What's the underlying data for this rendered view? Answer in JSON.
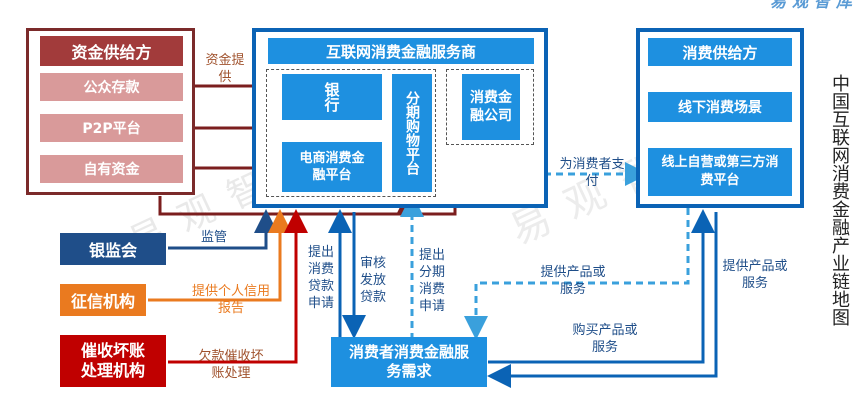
{
  "header_fragment": "易观智库",
  "watermark": "易观智库",
  "side_title": "中国互联网消费金融产业链地图",
  "funding": {
    "title": "资金供给方",
    "items": [
      "公众存款",
      "P2P平台",
      "自有资金"
    ]
  },
  "service": {
    "title": "互联网消费金融服务商",
    "bank": "银行",
    "installment": "分期购物平台",
    "finance_company": "消费金融公司",
    "ecommerce": "电商消费金融平台"
  },
  "supply": {
    "title": "消费供给方",
    "offline": "线下消费场景",
    "online": "线上自营或第三方消费平台"
  },
  "regulators": {
    "cbrc": "银监会",
    "credit": "征信机构",
    "collection": "催收坏账处理机构"
  },
  "demand": "消费者消费金融服务需求",
  "annotations": {
    "funds_provided": "资金提供",
    "supervision": "监管",
    "credit_report": "提供个人信用报告",
    "bad_debt": "欠款催收坏账处理",
    "pay_for_consumer": "为消费者支付",
    "loan_application": "提出消费贷款申请",
    "review_loan": "审核发放贷款",
    "installment_application": "提出分期消费申请",
    "provide_products_left": "提供产品或服务",
    "provide_products_right": "提供产品或服务",
    "buy_products": "购买产品或服务"
  },
  "colors": {
    "blue_frame": "#0b63b5",
    "blue_box": "#1e90e0",
    "funding_frame": "#7b2a2a",
    "funding_title": "#a23b3b",
    "funding_item": "#d99a9a",
    "cbrc": "#1f4e89",
    "credit": "#ea7a1f",
    "collection": "#c00000",
    "text_brown": "#a0522d",
    "text_orange": "#ea7a1f",
    "dashed_blue": "#3aa0dc"
  }
}
